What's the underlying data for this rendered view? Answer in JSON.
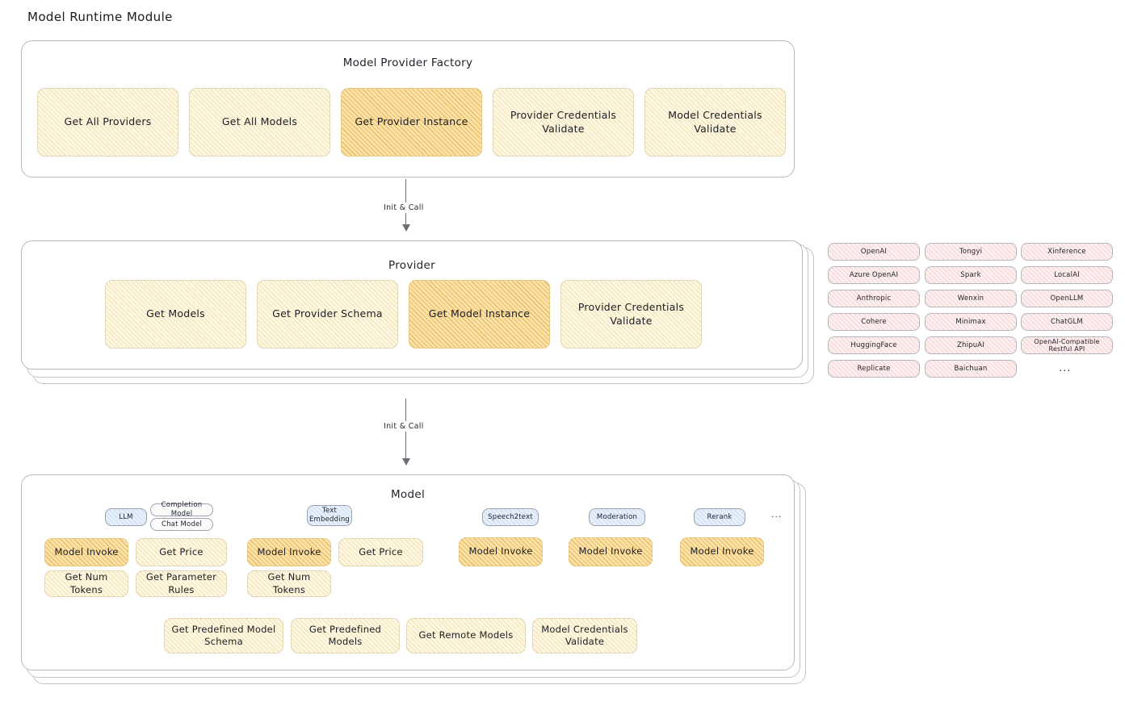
{
  "page": {
    "title": "Model Runtime Module"
  },
  "accent_colors": {
    "node_fill": "#fdf7e6",
    "node_highlight_fill": "#fbe3ae",
    "node_border": "#c9bf94",
    "provider_chip_fill": "#fdf0f0",
    "model_badge_fill": "#e8f1fb",
    "card_border": "#b9b9be",
    "arrow": "#6e6e76"
  },
  "factory": {
    "title": "Model Provider Factory",
    "nodes": [
      {
        "label": "Get All Providers",
        "highlight": false
      },
      {
        "label": "Get All Models",
        "highlight": false
      },
      {
        "label": "Get Provider Instance",
        "highlight": true
      },
      {
        "label": "Provider Credentials Validate",
        "highlight": false
      },
      {
        "label": "Model Credentials Validate",
        "highlight": false
      }
    ]
  },
  "arrows": [
    {
      "label": "Init & Call"
    },
    {
      "label": "Init & Call"
    }
  ],
  "provider": {
    "title": "Provider",
    "nodes": [
      {
        "label": "Get Models",
        "highlight": false
      },
      {
        "label": "Get Provider Schema",
        "highlight": false
      },
      {
        "label": "Get Model Instance",
        "highlight": true
      },
      {
        "label": "Provider Credentials Validate",
        "highlight": false
      }
    ]
  },
  "provider_list": {
    "columns": [
      {
        "items": [
          "OpenAI",
          "Azure OpenAI",
          "Anthropic",
          "Cohere",
          "HuggingFace",
          "Replicate"
        ]
      },
      {
        "items": [
          "Tongyi",
          "Spark",
          "Wenxin",
          "Minimax",
          "ZhipuAI",
          "Baichuan"
        ]
      },
      {
        "items": [
          "Xinference",
          "LocalAI",
          "OpenLLM",
          "ChatGLM",
          "OpenAI-Compatible Restful API"
        ]
      }
    ],
    "more": "..."
  },
  "model": {
    "title": "Model",
    "more": "...",
    "types": [
      {
        "name": "LLM",
        "sub_badges": [
          "Completion Model",
          "Chat Model"
        ],
        "nodes": [
          {
            "label": "Model Invoke",
            "highlight": true
          },
          {
            "label": "Get Price",
            "highlight": false
          },
          {
            "label": "Get Num Tokens",
            "highlight": false
          },
          {
            "label": "Get Parameter Rules",
            "highlight": false
          }
        ]
      },
      {
        "name": "Text Embedding",
        "sub_badges": [],
        "nodes": [
          {
            "label": "Model Invoke",
            "highlight": true
          },
          {
            "label": "Get Price",
            "highlight": false
          },
          {
            "label": "Get Num Tokens",
            "highlight": false
          }
        ]
      },
      {
        "name": "Speech2text",
        "sub_badges": [],
        "nodes": [
          {
            "label": "Model Invoke",
            "highlight": true
          }
        ]
      },
      {
        "name": "Moderation",
        "sub_badges": [],
        "nodes": [
          {
            "label": "Model Invoke",
            "highlight": true
          }
        ]
      },
      {
        "name": "Rerank",
        "sub_badges": [],
        "nodes": [
          {
            "label": "Model Invoke",
            "highlight": true
          }
        ]
      }
    ],
    "common_nodes": [
      {
        "label": "Get Predefined Model Schema"
      },
      {
        "label": "Get Predefined Models"
      },
      {
        "label": "Get Remote Models"
      },
      {
        "label": "Model Credentials Validate"
      }
    ]
  }
}
